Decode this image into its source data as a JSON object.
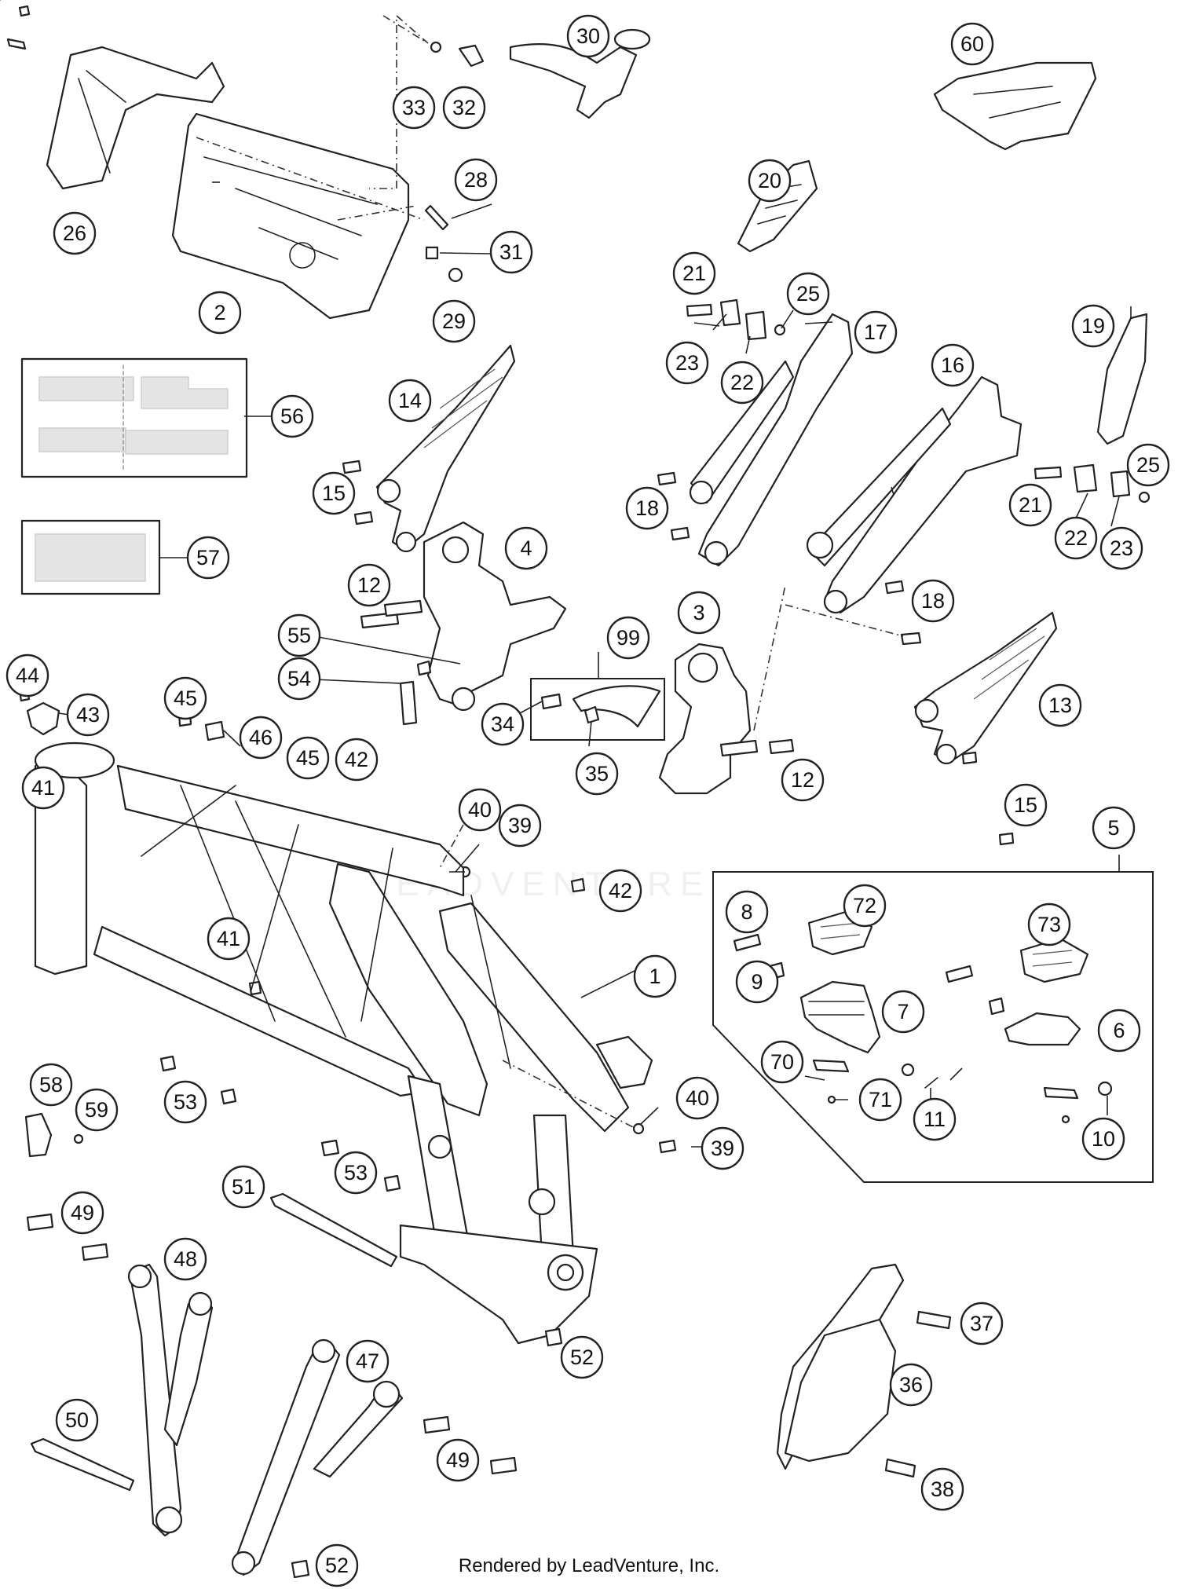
{
  "credit": "Rendered by LeadVenture, Inc.",
  "watermark": "LEADVENTURE",
  "callouts": [
    "1",
    "2",
    "3",
    "4",
    "5",
    "6",
    "7",
    "8",
    "9",
    "10",
    "11",
    "12",
    "12",
    "13",
    "14",
    "15",
    "15",
    "16",
    "17",
    "18",
    "18",
    "19",
    "20",
    "21",
    "21",
    "22",
    "22",
    "23",
    "23",
    "25",
    "25",
    "26",
    "28",
    "29",
    "30",
    "31",
    "32",
    "33",
    "34",
    "35",
    "36",
    "37",
    "38",
    "39",
    "39",
    "40",
    "40",
    "41",
    "41",
    "42",
    "42",
    "43",
    "44",
    "45",
    "45",
    "46",
    "47",
    "48",
    "49",
    "49",
    "50",
    "51",
    "52",
    "52",
    "53",
    "53",
    "54",
    "55",
    "56",
    "57",
    "58",
    "59",
    "60",
    "70",
    "71",
    "72",
    "73",
    "99"
  ],
  "colors": {
    "line": "#222222",
    "background": "#ffffff",
    "label_fill": "#e4e4e4"
  }
}
